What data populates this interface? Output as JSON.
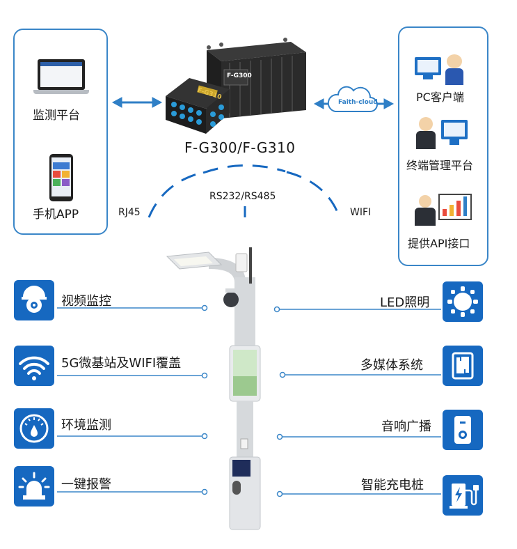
{
  "left_panel": {
    "monitor_label": "监测平台",
    "app_label": "手机APP"
  },
  "right_panel": {
    "pc_label": "PC客户端",
    "terminal_label": "终端管理平台",
    "api_label": "提供API接口"
  },
  "center": {
    "title": "F-G300/F-G310",
    "cloud_label": "Faith-cloud",
    "device_large_label": "F-G300",
    "device_small_label": "F-G310",
    "protocols": [
      "RJ45",
      "RS232/RS485",
      "WIFI"
    ]
  },
  "left_features": [
    "视频监控",
    "5G微基站及WIFI覆盖",
    "环境监测",
    "一键报警"
  ],
  "right_features": [
    "LED照明",
    "多媒体系统",
    "音响广播",
    "智能充电桩"
  ],
  "colors": {
    "accent": "#1668c0",
    "border": "#3a86c8",
    "arrow": "#2f7fc6"
  }
}
